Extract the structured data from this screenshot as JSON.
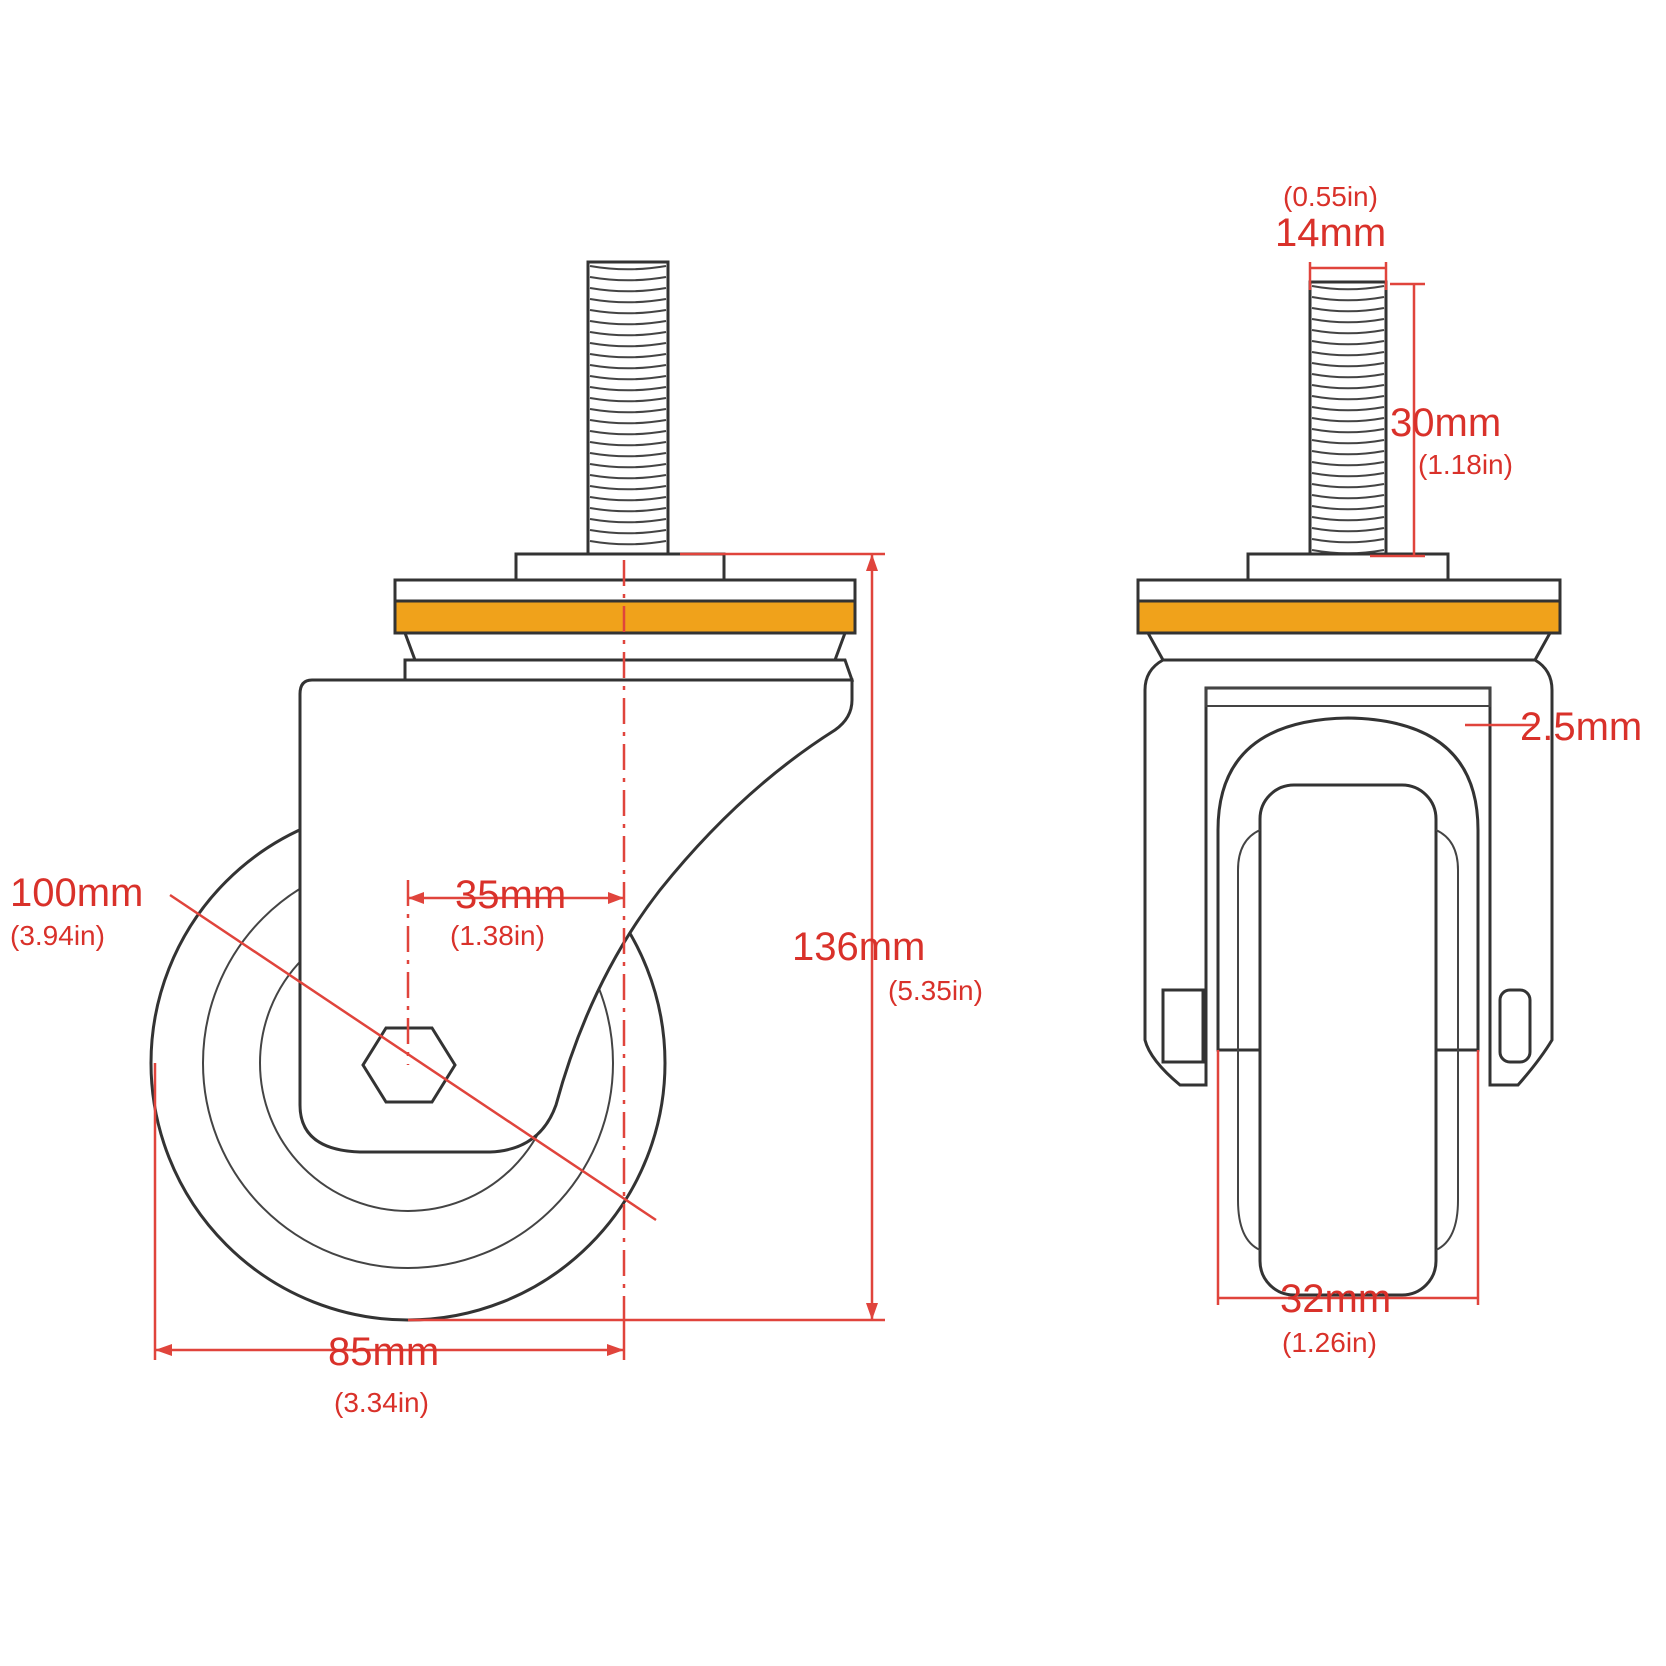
{
  "colors": {
    "dimension": "#d9312a",
    "plate_band": "#f0a21b",
    "outline": "#333333"
  },
  "dimensions": {
    "wheel_diameter": {
      "value": "100mm",
      "inch": "(3.94in)"
    },
    "offset": {
      "value": "35mm",
      "inch": "(1.38in)"
    },
    "total_height": {
      "value": "136mm",
      "inch": "(5.35in)"
    },
    "width_side": {
      "value": "85mm",
      "inch": "(3.34in)"
    },
    "stem_diameter": {
      "value": "14mm",
      "inch": "(0.55in)"
    },
    "stem_length": {
      "value": "30mm",
      "inch": "(1.18in)"
    },
    "bracket_thickness": {
      "value": "2.5mm"
    },
    "wheel_width": {
      "value": "32mm",
      "inch": "(1.26in)"
    }
  }
}
